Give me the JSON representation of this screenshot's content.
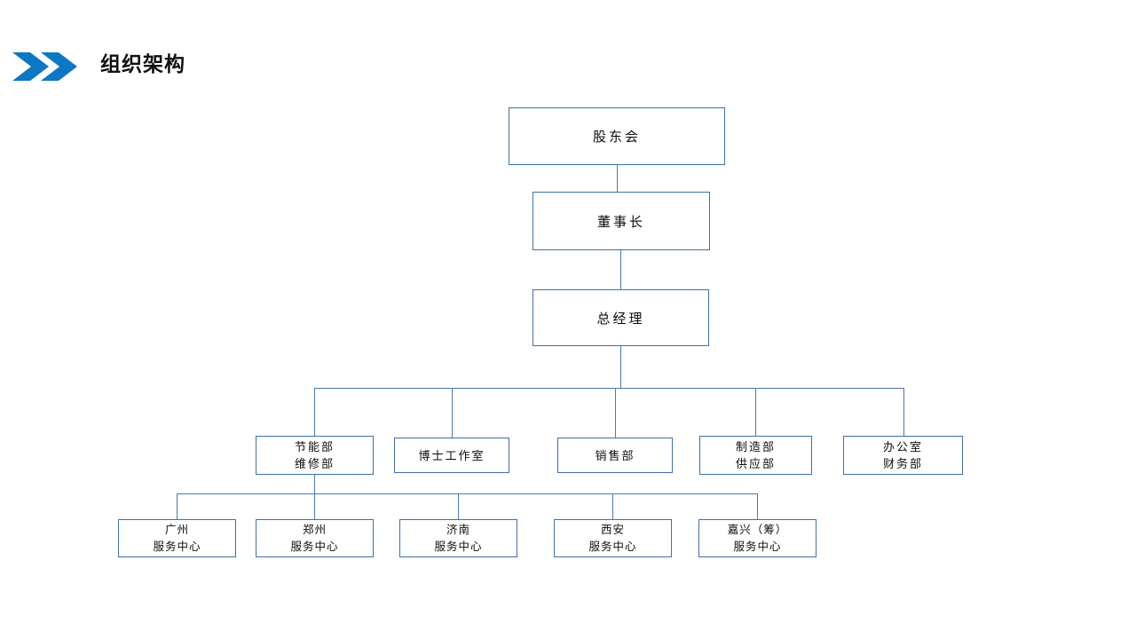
{
  "header": {
    "title": "组织架构",
    "chevron_icon": "double-chevron-right-icon",
    "accent_color": "#0c78c4"
  },
  "theme": {
    "box_border_color": "#3f6fa8",
    "connector_color": "#4a7ab0",
    "background": "#ffffff",
    "text_color": "#0d0d0d"
  },
  "chart_data": {
    "type": "diagram",
    "diagram_type": "org-chart",
    "title": "组织架构",
    "orientation": "top-down",
    "levels": [
      {
        "level": 1,
        "nodes": [
          {
            "id": "shareholders",
            "line1": "股东会",
            "line2": ""
          }
        ]
      },
      {
        "level": 2,
        "nodes": [
          {
            "id": "chairman",
            "line1": "董事长",
            "line2": ""
          }
        ]
      },
      {
        "level": 3,
        "nodes": [
          {
            "id": "gm",
            "line1": "总经理",
            "line2": ""
          }
        ]
      },
      {
        "level": 4,
        "nodes": [
          {
            "id": "dept-0",
            "line1": "节能部",
            "line2": "维修部"
          },
          {
            "id": "dept-1",
            "line1": "博士工作室",
            "line2": ""
          },
          {
            "id": "dept-2",
            "line1": "销售部",
            "line2": ""
          },
          {
            "id": "dept-3",
            "line1": "制造部",
            "line2": "供应部"
          },
          {
            "id": "dept-4",
            "line1": "办公室",
            "line2": "财务部"
          }
        ]
      },
      {
        "level": 5,
        "nodes": [
          {
            "id": "center-0",
            "line1": "广州",
            "line2": "服务中心"
          },
          {
            "id": "center-1",
            "line1": "郑州",
            "line2": "服务中心"
          },
          {
            "id": "center-2",
            "line1": "济南",
            "line2": "服务中心"
          },
          {
            "id": "center-3",
            "line1": "西安",
            "line2": "服务中心"
          },
          {
            "id": "center-4",
            "line1": "嘉兴（筹）",
            "line2": "服务中心"
          }
        ]
      }
    ],
    "edges": [
      {
        "from": "shareholders",
        "to": "chairman"
      },
      {
        "from": "chairman",
        "to": "gm"
      },
      {
        "from": "gm",
        "to": "dept-0"
      },
      {
        "from": "gm",
        "to": "dept-1"
      },
      {
        "from": "gm",
        "to": "dept-2"
      },
      {
        "from": "gm",
        "to": "dept-3"
      },
      {
        "from": "gm",
        "to": "dept-4"
      },
      {
        "from": "dept-0",
        "to": "center-0"
      },
      {
        "from": "dept-0",
        "to": "center-1"
      },
      {
        "from": "dept-0",
        "to": "center-2"
      },
      {
        "from": "dept-0",
        "to": "center-3"
      },
      {
        "from": "dept-0",
        "to": "center-4"
      }
    ]
  }
}
